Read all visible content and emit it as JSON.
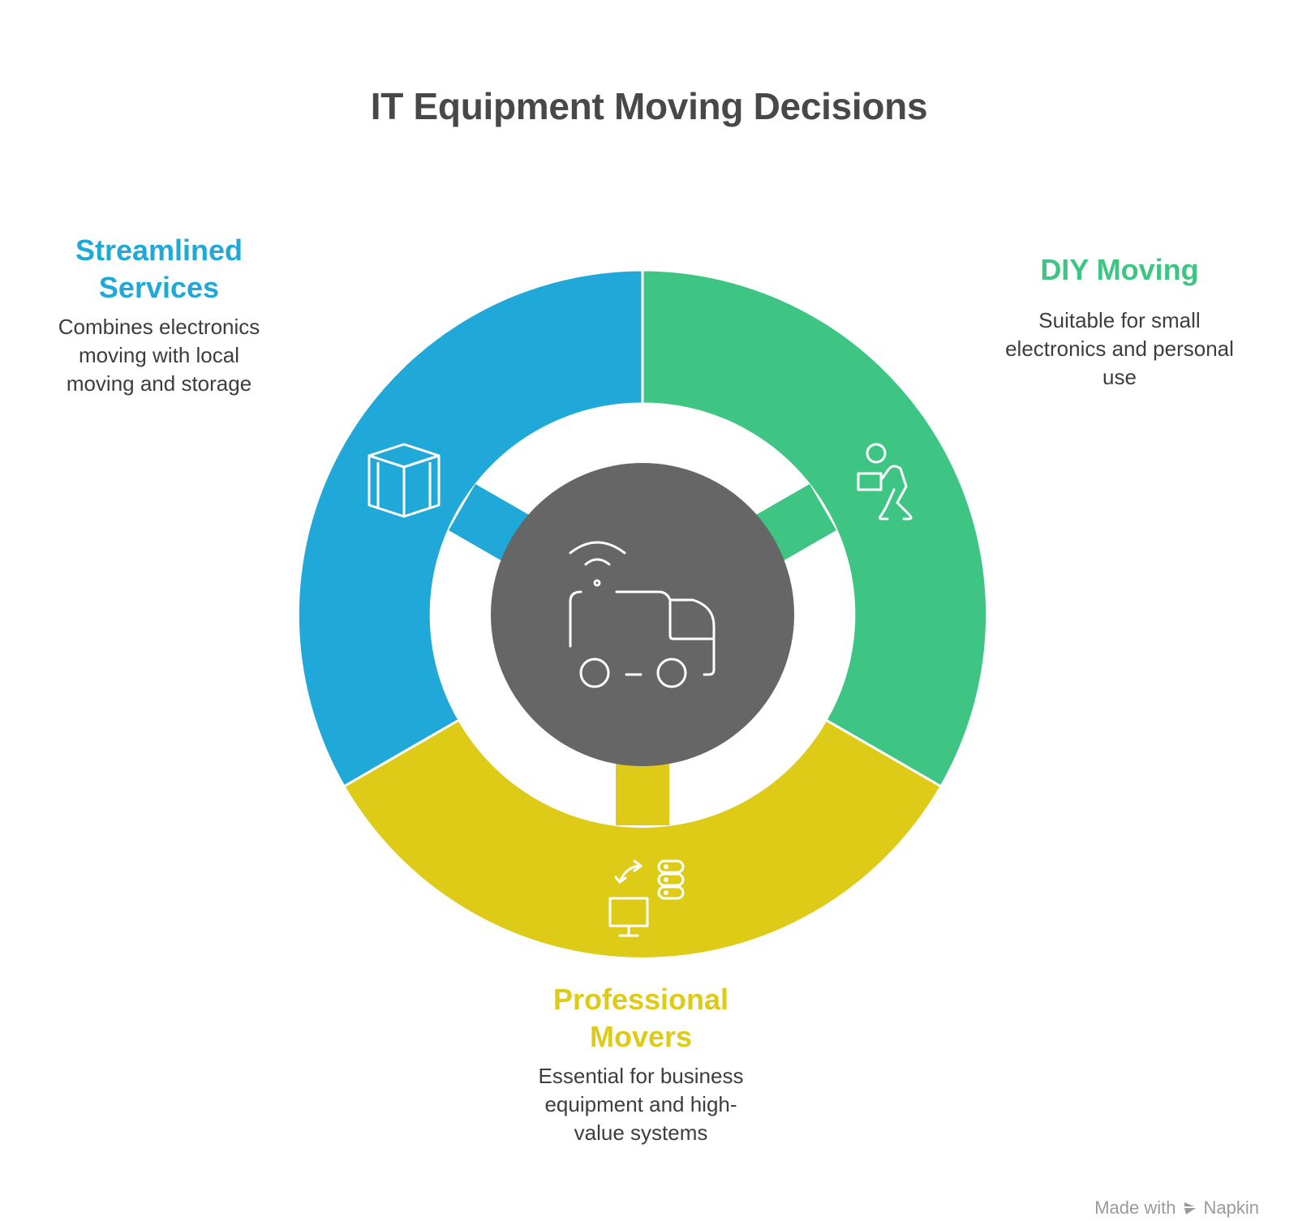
{
  "title": "IT Equipment Moving Decisions",
  "center": {
    "icon": "truck-wifi-icon",
    "color": "#666666"
  },
  "segments": [
    {
      "id": "streamlined",
      "title_line1": "Streamlined",
      "title_line2": "Services",
      "description_lines": [
        "Combines electronics",
        "moving with local",
        "moving and storage"
      ],
      "icon": "box-icon",
      "color": "#20A8D8"
    },
    {
      "id": "diy",
      "title_line1": "DIY Moving",
      "description_lines": [
        "Suitable for small",
        "electronics and personal",
        "use"
      ],
      "icon": "person-carrying-box-icon",
      "color": "#3FC583"
    },
    {
      "id": "professional",
      "title_line1": "Professional",
      "title_line2": "Movers",
      "description_lines": [
        "Essential for business",
        "equipment and high-",
        "value systems"
      ],
      "icon": "computer-server-transfer-icon",
      "color": "#DDCB17"
    }
  ],
  "watermark": {
    "made_with": "Made with",
    "brand": "Napkin",
    "icon": "napkin-logo-icon"
  }
}
